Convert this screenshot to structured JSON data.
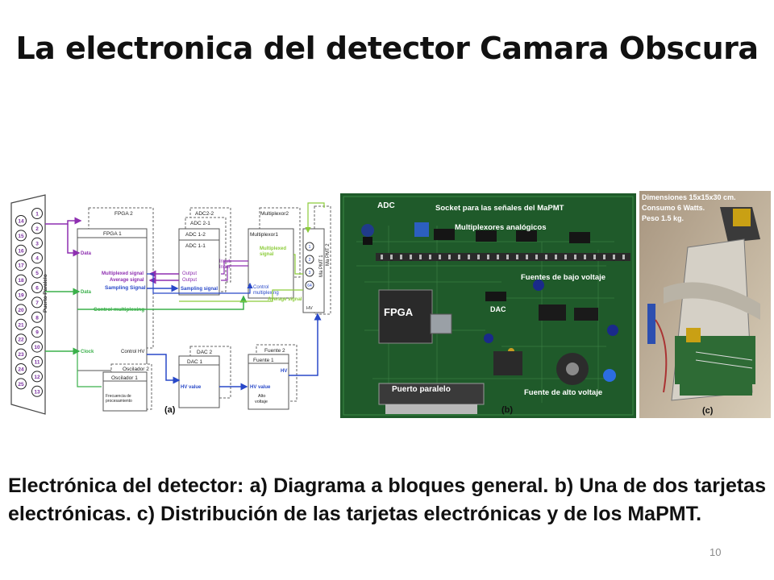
{
  "title": "La electronica del detector Camara Obscura",
  "caption": "Electrónica del detector: a) Diagrama a bloques general. b) Una de dos tarjetas electrónicas. c) Distribución de las tarjetas electrónicas y de los MaPMT.",
  "slide_number": "10",
  "panel_a": {
    "tag": "(a)",
    "port_label": "Puerto Paralelo",
    "pins_left": [
      "14",
      "15",
      "16",
      "17",
      "18",
      "19",
      "20",
      "21",
      "22",
      "23",
      "24",
      "25"
    ],
    "pins_right": [
      "1",
      "2",
      "3",
      "4",
      "5",
      "6",
      "7",
      "8",
      "9",
      "10",
      "11",
      "12",
      "13"
    ],
    "blocks": {
      "fpga2": "FPGA 2",
      "fpga1": "FPGA 1",
      "adc22": "ADC2-2",
      "adc21": "ADC 2-1",
      "adc12": "ADC 1-2",
      "adc11": "ADC 1-1",
      "mux2": "Multiplexor2",
      "mux1": "Multiplexor1",
      "mapmt1": "Ma PMT 1",
      "mapmt2": "Ma PMT 2",
      "dac2": "DAC 2",
      "dac1": "DAC 1",
      "fuente2": "Fuente 2",
      "fuente1": "Fuente 1",
      "osc2": "Oscilador 2",
      "osc1": "Oscilador 1"
    },
    "signals": {
      "data1": "Data",
      "data2": "Data",
      "clock": "Clock",
      "multiplexed_signal": "Multiplexed signal",
      "average_signal": "Average signal",
      "sampling_signal": "Sampling Signal",
      "control_multiplexing": "Control multiplexing",
      "control_hv": "Control HV",
      "output1": "Output",
      "output2": "Output",
      "sampling_signal_adc": "Sampling signal",
      "input1": "Input",
      "input2": "Input",
      "mux_multiplexed": "Multiplexed",
      "mux_signal": "signal",
      "control": "Control",
      "multiplexing": "multiplexing",
      "average_signal_mux": "Average signal",
      "hv_value1": "HV value",
      "hv_value2": "HV value",
      "hv": "HV",
      "hv_pmt": "HV",
      "frecuencia": "Frecuencia de",
      "procesamiento": "procesamiento",
      "alto": "Alto",
      "voltaje": "voltaje",
      "pmt_dots": [
        "1",
        "2",
        "3",
        "64"
      ]
    }
  },
  "panel_b": {
    "tag": "(b)",
    "adc": "ADC",
    "socket": "Socket para las señales del MaPMT",
    "multiplexores": "Multiplexores analógicos",
    "fuentes_bajo": "Fuentes de bajo voltaje",
    "dac": "DAC",
    "fpga": "FPGA",
    "puerto": "Puerto paralelo",
    "fuente_alto": "Fuente de alto voltaje"
  },
  "panel_c": {
    "tag": "(c)",
    "line1": "Dimensiones 15x15x30  cm.",
    "line2": "Consumo 6 Watts.",
    "line3": "Peso 1.5 kg."
  },
  "colors": {
    "pcb_green": "#1f5a2a",
    "arrow_purple": "#8e2fb0",
    "arrow_blue": "#2848c8",
    "arrow_green": "#3ab04a",
    "arrow_lime": "#8ccc3a"
  }
}
